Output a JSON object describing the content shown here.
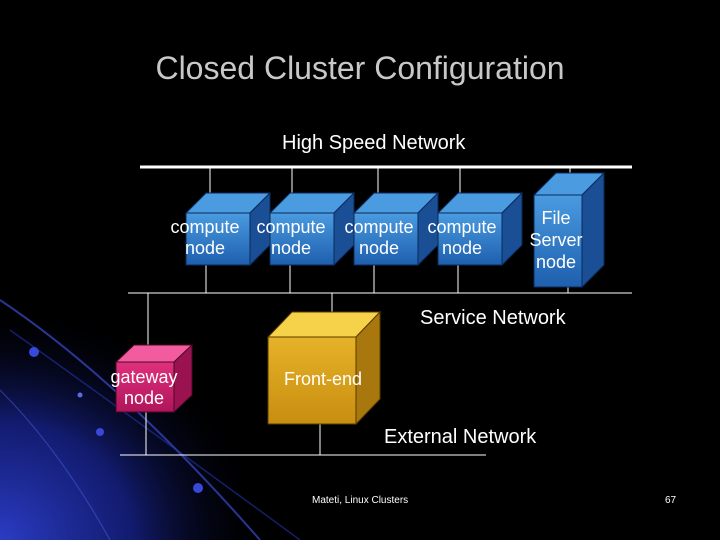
{
  "title": "Closed Cluster Configuration",
  "networks": {
    "high_speed": "High Speed Network",
    "service": "Service Network",
    "external": "External Network"
  },
  "nodes": {
    "compute": [
      {
        "line1": "compute",
        "line2": "node"
      },
      {
        "line1": "compute",
        "line2": "node"
      },
      {
        "line1": "compute",
        "line2": "node"
      },
      {
        "line1": "compute",
        "line2": "node"
      }
    ],
    "file_server": {
      "line1": "File",
      "line2": "Server",
      "line3": "node"
    },
    "gateway": {
      "line1": "gateway",
      "line2": "node"
    },
    "front_end": {
      "line1": "Front-end"
    }
  },
  "footer": {
    "author": "Mateti, Linux Clusters",
    "page_number": "67"
  },
  "colors": {
    "compute_front": "#2a72c8",
    "compute_top": "#4a9be0",
    "compute_side": "#1a4f96",
    "gateway_front": "#d41c6e",
    "gateway_top": "#f25b9e",
    "gateway_side": "#9a1250",
    "frontend_front": "#d9a21a",
    "frontend_top": "#f5d24a",
    "frontend_side": "#a8780e",
    "title": "#c8c8c8",
    "background_glow": "#1f2fa8"
  }
}
